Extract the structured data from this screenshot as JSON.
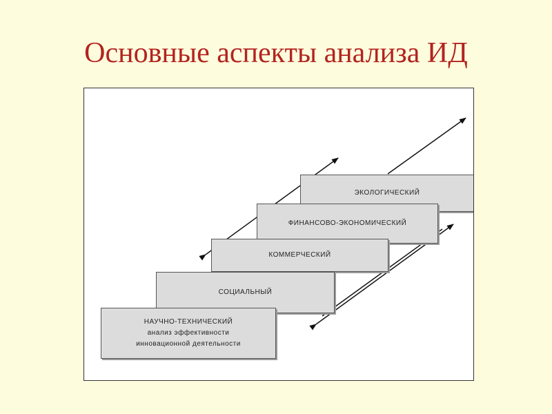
{
  "slide": {
    "title": "Основные аспекты анализа ИД"
  },
  "diagram": {
    "steps": [
      {
        "lines": [
          "НАУЧНО-ТЕХНИЧЕСКИЙ",
          "анализ эффективности",
          "инновационной деятельности"
        ]
      },
      {
        "label": "СОЦИАЛЬНЫЙ"
      },
      {
        "label": "КОММЕРЧЕСКИЙ"
      },
      {
        "label": "ФИНАНСОВО-ЭКОНОМИЧЕСКИЙ"
      },
      {
        "label": "ЭКОЛОГИЧЕСКИЙ"
      }
    ]
  },
  "colors": {
    "background": "#fdfdde",
    "title": "#b3231f",
    "step_fill": "#dcdcdc"
  }
}
